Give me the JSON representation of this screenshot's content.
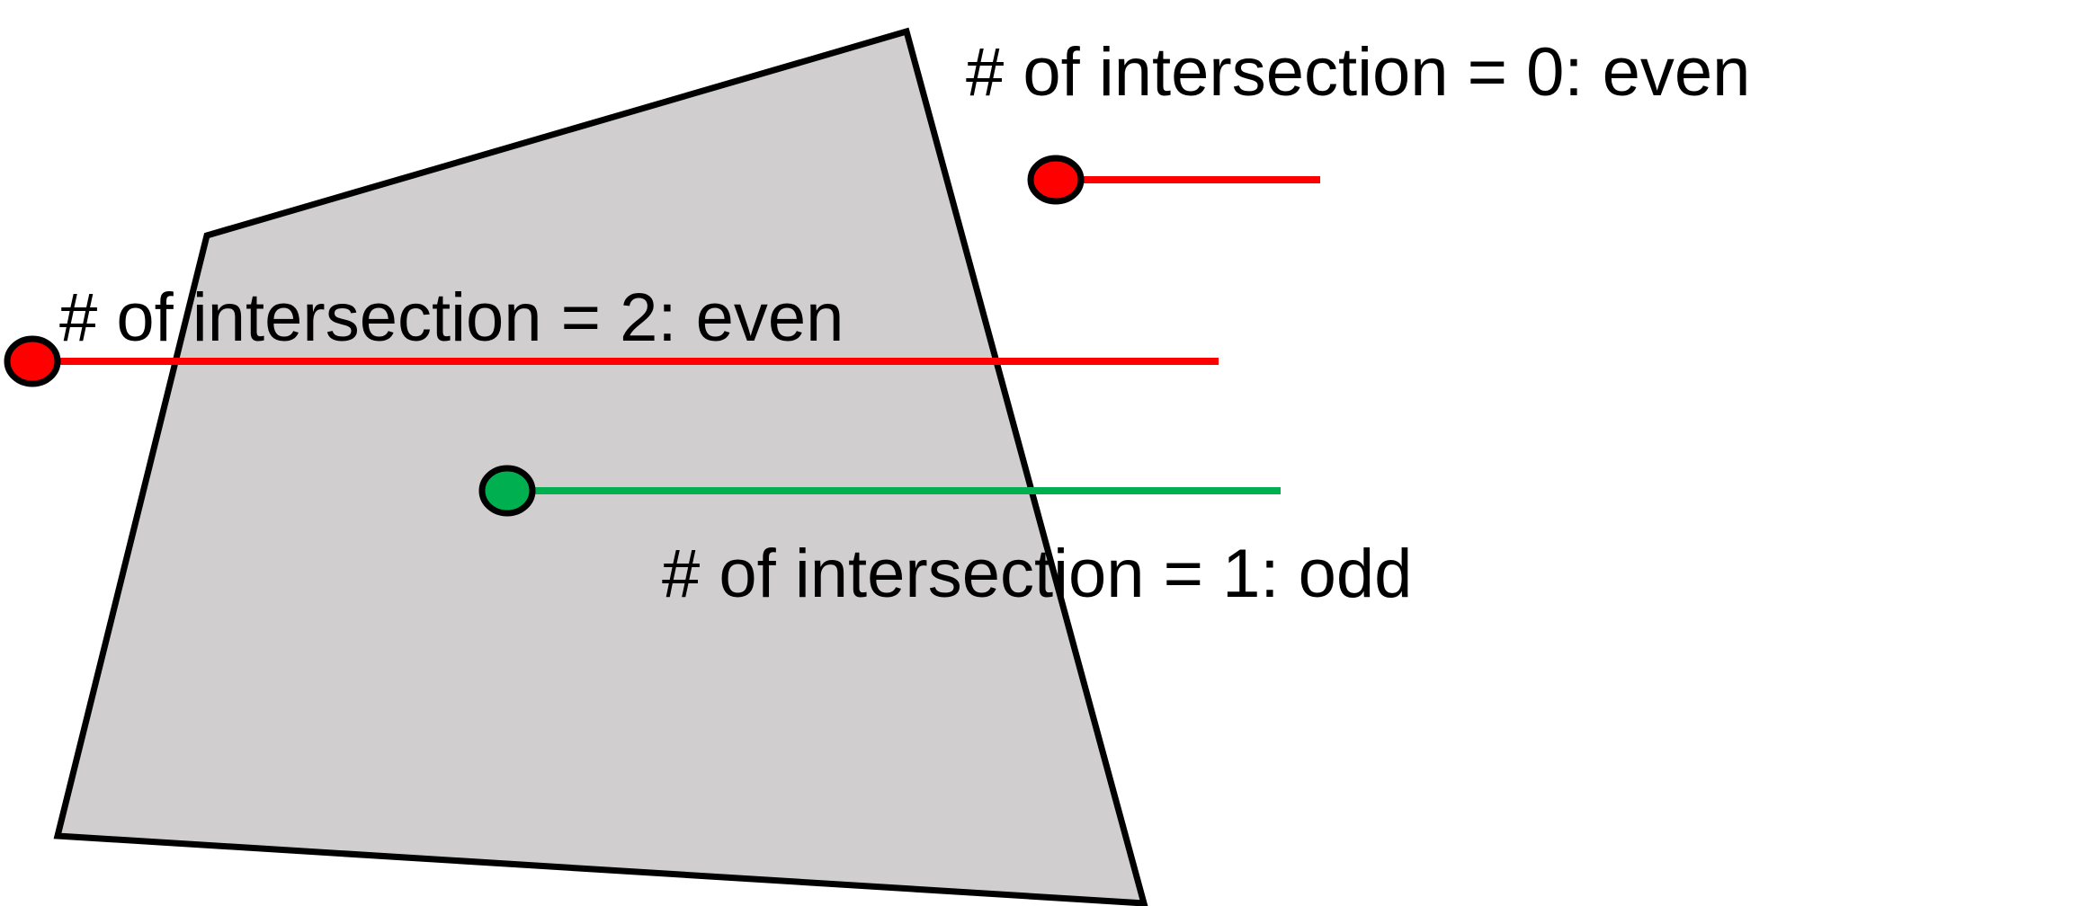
{
  "colors": {
    "background": "#ffffff",
    "polygon_fill": "#d0cecf",
    "outline": "#000000",
    "outside_ray": "#ff0000",
    "inside_ray": "#00b050"
  },
  "labels": {
    "zero": "# of intersection = 0: even",
    "two": "# of intersection = 2: even",
    "one": "# of intersection = 1: odd"
  }
}
